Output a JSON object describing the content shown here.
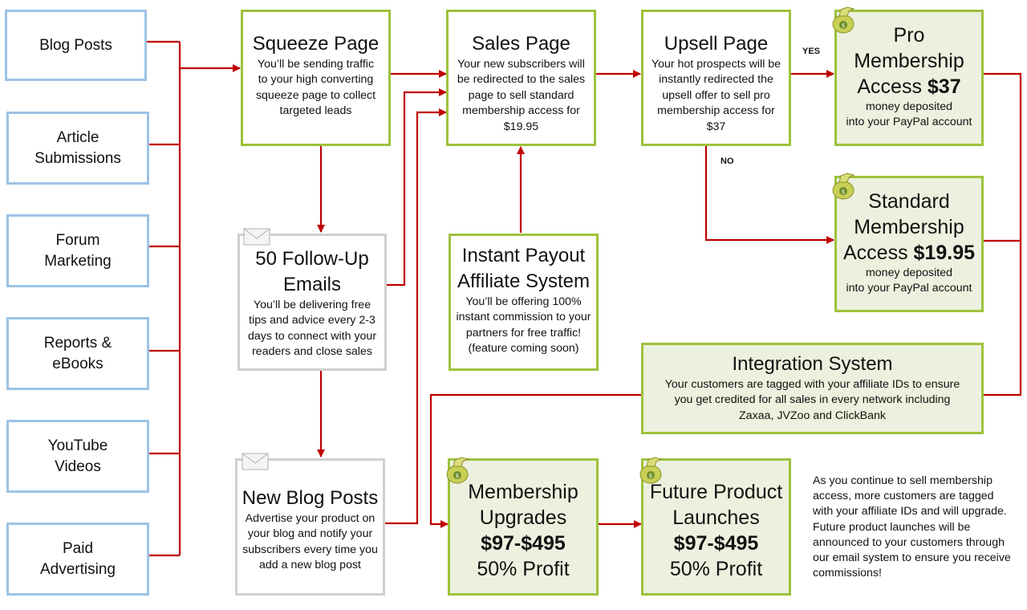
{
  "sources": {
    "blog_posts": "Blog Posts",
    "article_submissions": "Article\nSubmissions",
    "forum_marketing": "Forum\nMarketing",
    "reports_ebooks": "Reports &\neBooks",
    "youtube_videos": "YouTube\nVideos",
    "paid_advertising": "Paid\nAdvertising"
  },
  "squeeze": {
    "title": "Squeeze Page",
    "desc": "You’ll be sending traffic\nto your high converting\nsqueeze page to collect\ntargeted leads"
  },
  "sales": {
    "title": "Sales Page",
    "desc": "Your new subscribers will\nbe redirected to the sales\npage to sell standard\nmembership access for\n$19.95"
  },
  "upsell": {
    "title": "Upsell Page",
    "desc": "Your hot prospects will be\ninstantly redirected the\nupsell offer to sell pro\nmembership access for\n$37"
  },
  "pro": {
    "title": "Pro\nMembership",
    "access_prefix": "Access ",
    "price": "$37",
    "desc": "money deposited\ninto your PayPal account"
  },
  "standard": {
    "title": "Standard\nMembership",
    "access_prefix": "Access ",
    "price": "$19.95",
    "desc": "money deposited\ninto your PayPal account"
  },
  "followup": {
    "title": "50 Follow-Up\nEmails",
    "desc": "You’ll be delivering free\ntips and advice every 2-3\ndays to connect with your\nreaders and close sales"
  },
  "payout": {
    "title": "Instant Payout\nAffiliate System",
    "desc": "You’ll be offering 100%\ninstant commission to your\npartners for free traffic!\n(feature coming soon)"
  },
  "integration": {
    "title": "Integration System",
    "desc": "Your customers are tagged with your affiliate IDs to ensure\nyou get credited for all sales in every network including\nZaxaa, JVZoo and ClickBank"
  },
  "newblog": {
    "title": "New Blog Posts",
    "desc": "Advertise your product on\nyour blog and notify your\nsubscribers every time you\nadd a new blog post"
  },
  "upgrades": {
    "title": "Membership\nUpgrades",
    "price": "$97-$495",
    "profit": "50% Profit"
  },
  "future": {
    "title": "Future Product\nLaunches",
    "price": "$97-$495",
    "profit": "50% Profit"
  },
  "labels": {
    "yes": "YES",
    "no": "NO"
  },
  "note": "As you continue to sell membership\naccess, more customers are tagged\nwith your affiliate IDs and will upgrade.\nFuture product launches will be\nannounced to your customers through\nour email system to ensure you receive\ncommissions!",
  "colors": {
    "arrow": "#c00000",
    "blue_border": "#9dc3e6",
    "green_border": "#9dc23c",
    "green_fill": "#ebf1de",
    "gray_border": "#d0d0d0"
  },
  "icons": {
    "money": "money-bag-icon",
    "envelope": "envelope-icon"
  }
}
